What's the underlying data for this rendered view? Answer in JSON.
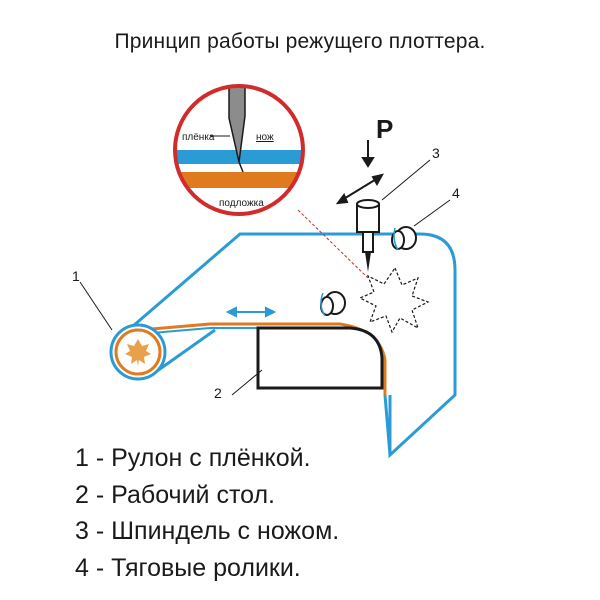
{
  "title": "Принцип работы режущего плоттера.",
  "zoom_labels": {
    "film": "плёнка",
    "knife": "нож",
    "backing": "подложка"
  },
  "force_label": "P",
  "callouts": [
    "1",
    "2",
    "3",
    "4"
  ],
  "legend": [
    "1 - Рулон с плёнкой.",
    "2 - Рабочий стол.",
    "3 - Шпиндель с ножом.",
    "4 - Тяговые ролики."
  ],
  "colors": {
    "film_blue": "#2b9bd6",
    "backing_orange": "#e07a1f",
    "zoom_ring_red": "#d22b2b",
    "leaf_orange": "#e8a14a",
    "outline": "#1a1a1a"
  }
}
